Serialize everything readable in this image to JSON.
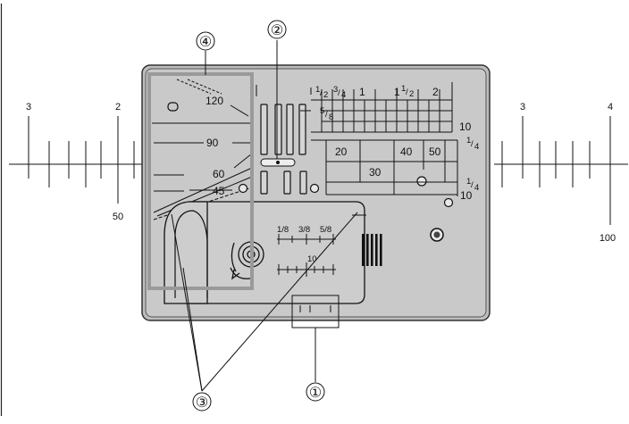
{
  "callouts": {
    "c1": "①",
    "c2": "②",
    "c3": "③",
    "c4": "④"
  },
  "left_scale": {
    "label_3": "3",
    "label_2": "2",
    "label_50": "50"
  },
  "right_scale": {
    "label_3": "3",
    "label_4": "4",
    "label_100": "100"
  },
  "angle_guides": {
    "a120": "120",
    "a90": "90",
    "a60": "60",
    "a45": "45"
  },
  "top_inch_scale": {
    "half_n": "1",
    "half_d": "2",
    "three_q_n": "3",
    "three_q_d": "4",
    "one": "1",
    "one_half_whole": "1",
    "one_half_n": "1",
    "one_half_d": "2",
    "two": "2",
    "five_eighth_n": "5",
    "five_eighth_d": "8"
  },
  "right_labels": {
    "ten_a": "10",
    "quarter_a_n": "1",
    "quarter_a_d": "4",
    "quarter_b_n": "1",
    "quarter_b_d": "4",
    "ten_b": "10"
  },
  "metric_grid": {
    "m20": "20",
    "m30": "30",
    "m40": "40",
    "m50": "50"
  },
  "cover_scale": {
    "e1": "1/8",
    "e3": "3/8",
    "e5": "5/8",
    "ten": "10"
  },
  "colors": {
    "plate_fill": "#c9c9c9",
    "plate_edge": "#333333",
    "highlight_frame": "#9a9a9a",
    "ink": "#111111"
  }
}
